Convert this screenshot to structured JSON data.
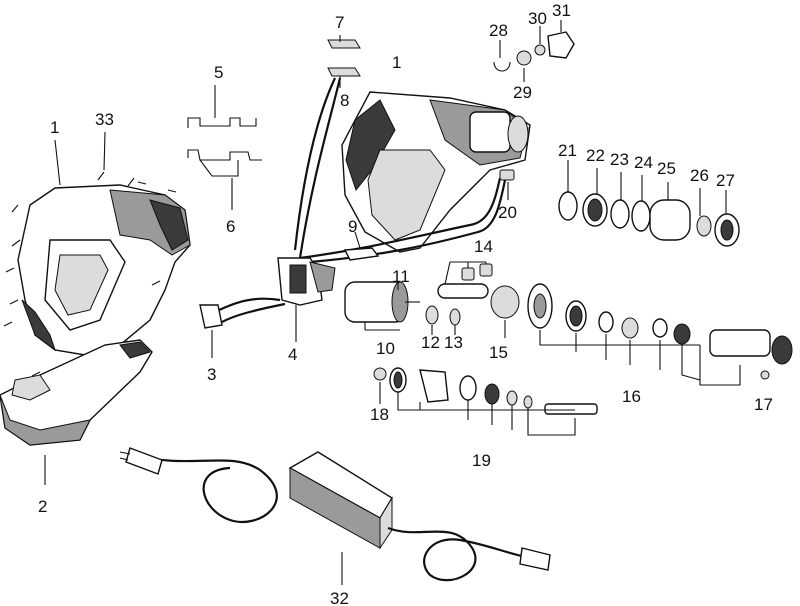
{
  "diagram": {
    "callouts": {
      "c1a": "1",
      "c1b": "1",
      "c2": "2",
      "c3": "3",
      "c4": "4",
      "c5": "5",
      "c6": "6",
      "c7": "7",
      "c8": "8",
      "c9": "9",
      "c10": "10",
      "c11": "11",
      "c12": "12",
      "c13": "13",
      "c14": "14",
      "c15": "15",
      "c16": "16",
      "c17": "17",
      "c18": "18",
      "c19": "19",
      "c20": "20",
      "c21": "21",
      "c22": "22",
      "c23": "23",
      "c24": "24",
      "c25": "25",
      "c26": "26",
      "c27": "27",
      "c28": "28",
      "c29": "29",
      "c30": "30",
      "c31": "31",
      "c32": "32",
      "c33": "33"
    }
  }
}
